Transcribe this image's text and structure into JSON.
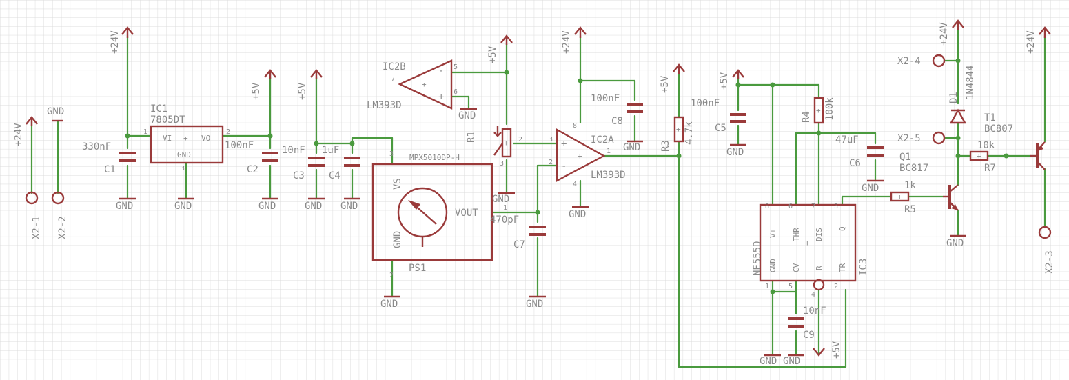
{
  "labels": {
    "v24": "+24V",
    "v5": "+5V",
    "gnd": "GND",
    "x21": "X2-1",
    "x22": "X2-2",
    "x23": "X2-3",
    "x24": "X2-4",
    "x25": "X2-5",
    "ic1": "IC1",
    "ic1_val": "7805DT",
    "ic1_vi": "VI",
    "ic1_vo": "VO",
    "ic1_gnd": "GND",
    "c1": "C1",
    "c1_val": "330nF",
    "c2": "C2",
    "c2_val": "100nF",
    "c3": "C3",
    "c3_val": "10nF",
    "c4": "C4",
    "c4_val": "1uF",
    "c5": "C5",
    "c5_val": "100nF",
    "c6": "C6",
    "c6_val": "47uF",
    "c7": "C7",
    "c7_val": "470pF",
    "c8": "C8",
    "c8_val": "100nF",
    "c9": "C9",
    "c9_val": "10nF",
    "r1": "R1",
    "r3": "R3",
    "r3_val": "4.7k",
    "r4": "R4",
    "r4_val": "100k",
    "r5": "R5",
    "r5_val": "1k",
    "r7": "R7",
    "r7_val": "10k",
    "ic2a": "IC2A",
    "ic2b": "IC2B",
    "lm393": "LM393D",
    "ps1": "PS1",
    "ps1_val": "MPX5010DP-H",
    "ps1_vs": "VS",
    "ps1_vout": "VOUT",
    "ps1_gnd": "GND",
    "ic3": "IC3",
    "ic3_val": "NE555D",
    "ic3_vp": "V+",
    "ic3_thr": "THR",
    "ic3_dis": "DIS",
    "ic3_q": "Q",
    "ic3_gnd": "GND",
    "ic3_cv": "CV",
    "ic3_r": "R",
    "ic3_tr": "TR",
    "d1": "D1",
    "d1_val": "1N4844",
    "q1": "Q1",
    "q1_val": "BC817",
    "t1": "T1",
    "t1_val": "BC807",
    "pins": {
      "p1": "1",
      "p2": "2",
      "p3": "3",
      "p4": "4",
      "p5": "5",
      "p6": "6",
      "p7": "7",
      "p8": "8"
    },
    "plus": "+",
    "minus": "-"
  }
}
